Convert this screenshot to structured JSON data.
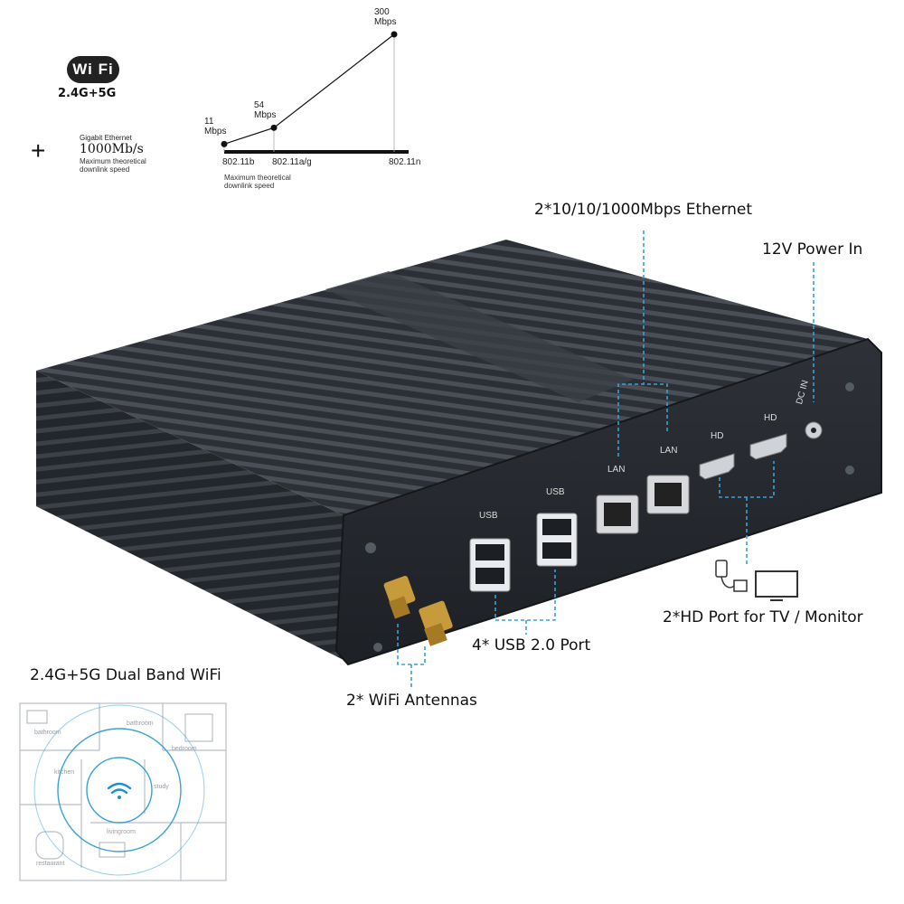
{
  "wifi_badge": {
    "logo_text": "Wi Fi",
    "bands": "2.4G+5G"
  },
  "plus_sign": "+",
  "ethernet_spec": {
    "title": "Gigabit Ethernet",
    "speed": "1000Mb/s",
    "caption": "Maximum theoretical downlink speed"
  },
  "chart_data": {
    "type": "line",
    "categories": [
      "802.11b",
      "802.11a/g",
      "802.11n"
    ],
    "values": [
      11,
      54,
      300
    ],
    "point_labels": [
      "11 Mbps",
      "54 Mbps",
      "300 Mbps"
    ],
    "xlabel": "Maximum theoretical downlink speed",
    "ylabel": "",
    "ylim": [
      0,
      300
    ],
    "grid": false,
    "legend": "none"
  },
  "callouts": {
    "ethernet": "2*10/10/1000Mbps Ethernet",
    "power": "12V Power In",
    "hdmi": "2*HD Port for TV / Monitor",
    "usb": "4* USB 2.0 Port",
    "antennas": "2* WiFi Antennas"
  },
  "port_labels": {
    "usb_1": "USB",
    "usb_2": "USB",
    "lan_1": "LAN",
    "lan_2": "LAN",
    "hd_1": "HD",
    "hd_2": "HD",
    "dc_in": "DC IN"
  },
  "floorplan": {
    "heading": "2.4G+5G Dual Band WiFi",
    "rooms": [
      "bathroom",
      "bathroom",
      "bedroom",
      "kitchen",
      "study",
      "livingroom",
      "restaurant"
    ]
  },
  "colors": {
    "accent_line": "#3aa0d8",
    "device_body": "#2a2d33"
  }
}
